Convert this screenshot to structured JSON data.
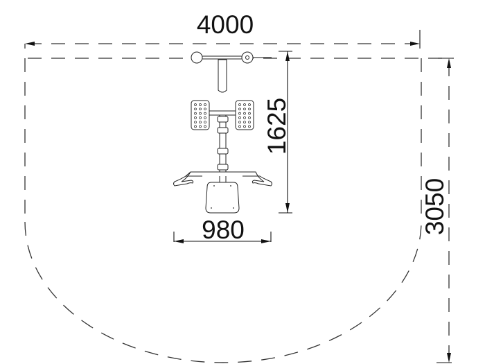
{
  "drawing": {
    "title": "Plan view with safety zone",
    "dimensions": {
      "zone_width": "4000",
      "zone_depth": "3050",
      "equipment_length": "1625",
      "equipment_width": "980"
    },
    "colors": {
      "line": "#222222",
      "background": "#ffffff"
    }
  }
}
